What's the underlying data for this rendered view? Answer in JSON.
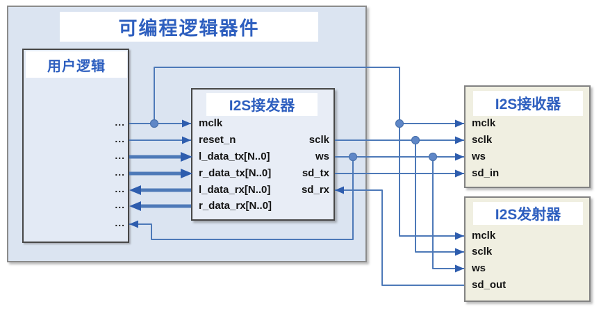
{
  "plc": {
    "title": "可编程逻辑器件"
  },
  "user_logic": {
    "title": "用户逻辑",
    "rows": [
      "...",
      "...",
      "...",
      "...",
      "...",
      "...",
      "..."
    ]
  },
  "transceiver": {
    "title": "I2S接发器",
    "left_ports": [
      "mclk",
      "reset_n",
      "l_data_tx[N..0]",
      "r_data_tx[N..0]",
      "l_data_rx[N..0]",
      "r_data_rx[N..0]"
    ],
    "right_ports": [
      "sclk",
      "ws",
      "sd_tx",
      "sd_rx"
    ]
  },
  "receiver": {
    "title": "I2S接收器",
    "ports": [
      "mclk",
      "sclk",
      "ws",
      "sd_in"
    ]
  },
  "transmitter": {
    "title": "I2S发射器",
    "ports": [
      "mclk",
      "sclk",
      "ws",
      "sd_out"
    ]
  },
  "colors": {
    "accent": "#2e5fbf",
    "wire": "#4d79b8",
    "dot": "#5f87c7",
    "dot-edge": "#4a72ad",
    "arrow": "#2e5dae",
    "outer-fill": "#dbe4f1",
    "outer-border": "#8b8b8b",
    "userlogic-fill": "#e3eaf5",
    "xcvr-fill": "#e8edf6",
    "inner-border": "#474747",
    "module-fill": "#f0efe1",
    "module-border": "#828282",
    "band-fill": "#ffffff",
    "port-text": "#141414"
  }
}
